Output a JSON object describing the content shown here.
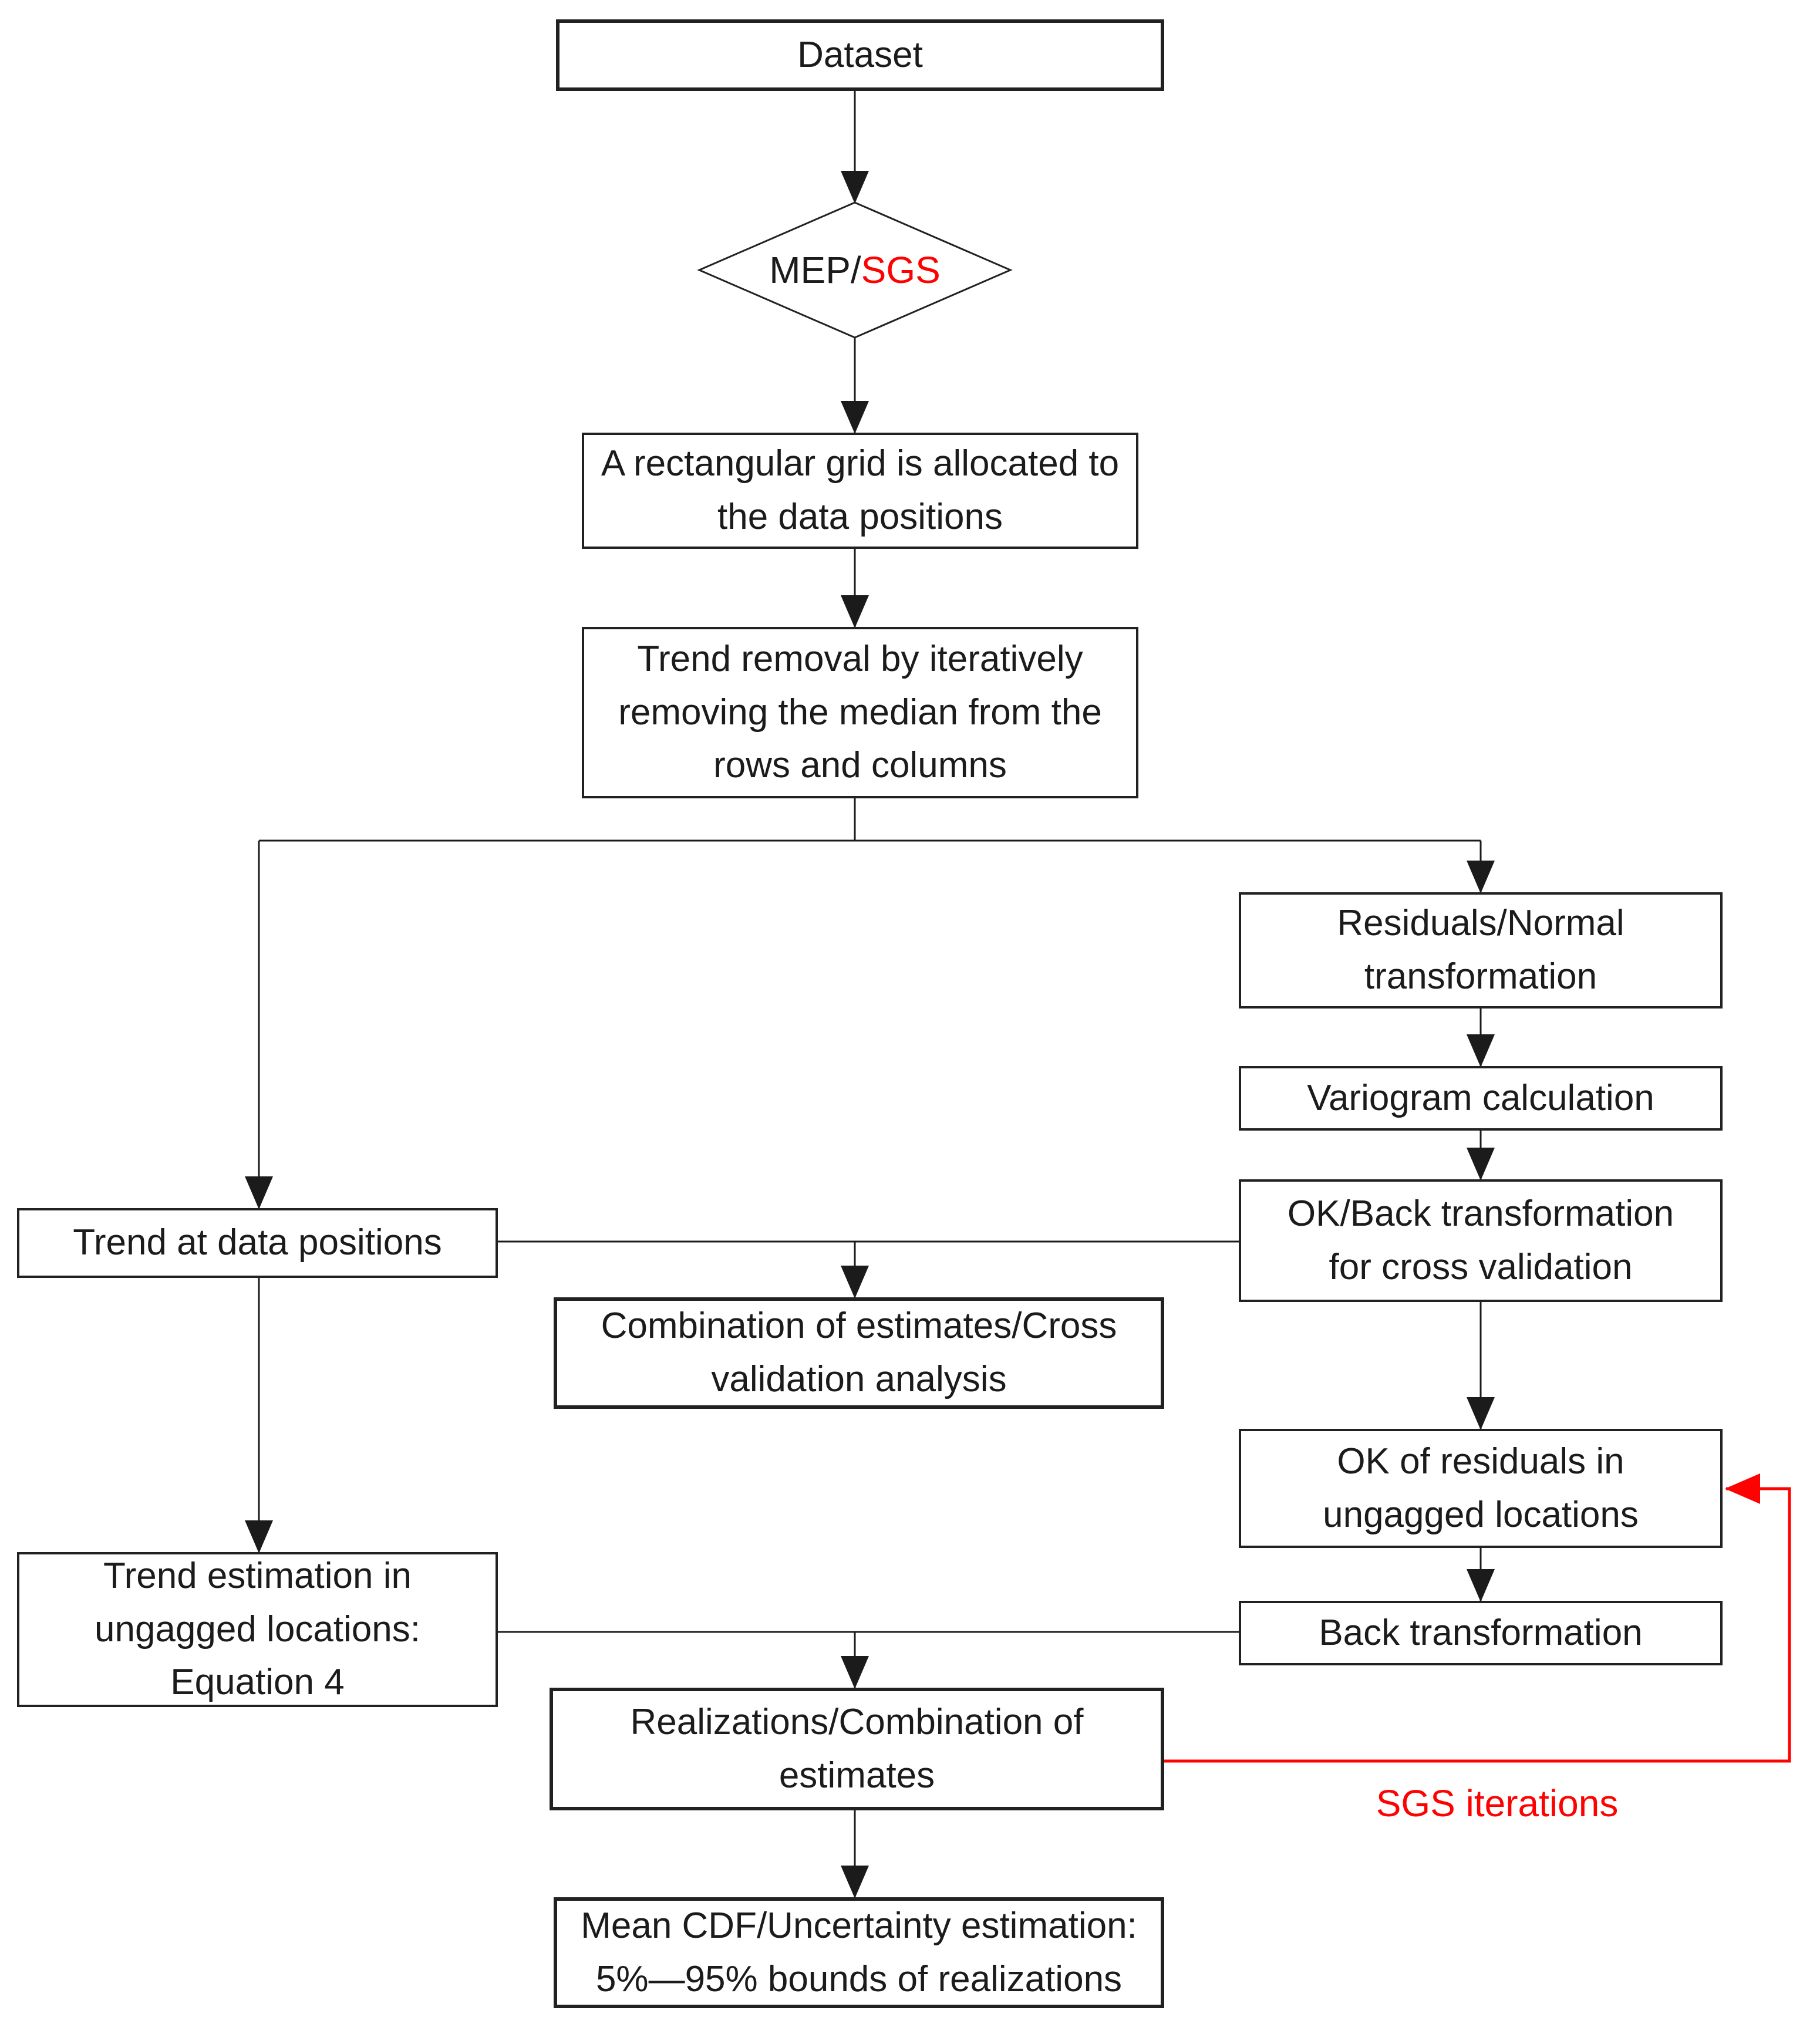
{
  "flowchart": {
    "background_color": "#ffffff",
    "colors": {
      "line": "#1b1b1b",
      "box_border": "#212121",
      "text": "#1b1b1b",
      "accent_red": "#fe0202"
    },
    "nodes": {
      "dataset": {
        "label": "Dataset"
      },
      "decision": {
        "label_black": "MEP/",
        "label_red": "SGS"
      },
      "grid": {
        "label": "A rectangular grid is allocated to\nthe data positions"
      },
      "trend_removal": {
        "label": "Trend removal by iteratively\nremoving the median from the\nrows and columns"
      },
      "residuals_normal": {
        "label": "Residuals/Normal\ntransformation"
      },
      "variogram": {
        "label": "Variogram calculation"
      },
      "ok_back": {
        "label": "OK/Back transformation\nfor cross validation"
      },
      "trend_at_data": {
        "label": "Trend at data positions"
      },
      "combination": {
        "label": "Combination of estimates/Cross\nvalidation analysis"
      },
      "trend_estimation": {
        "label": "Trend estimation in\nungagged locations:\nEquation 4"
      },
      "ok_residuals": {
        "label": "OK of residuals in\nungagged locations"
      },
      "back_transformation": {
        "label": "Back transformation"
      },
      "realizations": {
        "label": "Realizations/Combination of\nestimates"
      },
      "mean_cdf": {
        "label": "Mean CDF/Uncertainty estimation:\n5%—95% bounds of realizations"
      }
    },
    "annotations": {
      "sgs_iterations": "SGS iterations"
    }
  }
}
